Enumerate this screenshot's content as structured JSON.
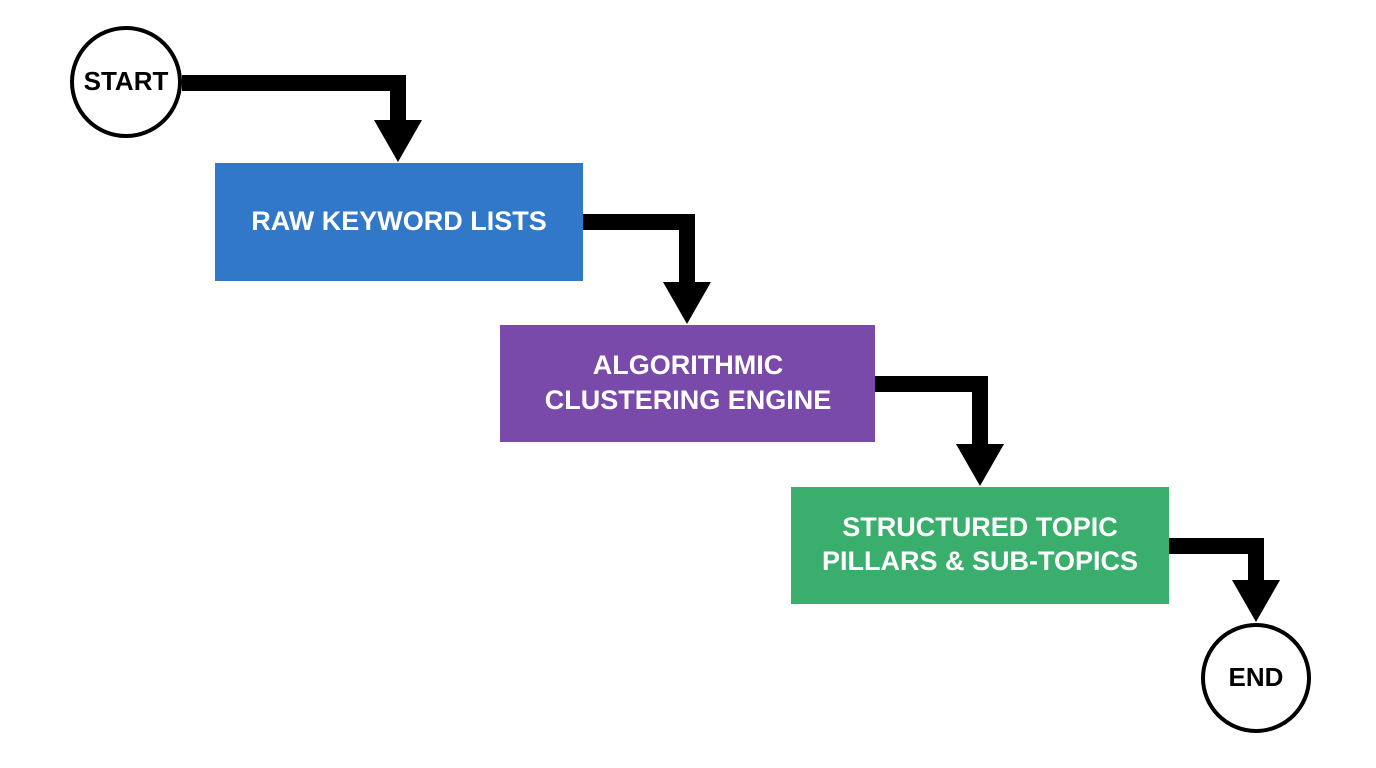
{
  "diagram": {
    "start_label": "START",
    "end_label": "END",
    "steps": [
      {
        "lines": [
          "RAW KEYWORD LISTS"
        ],
        "color": "#3278c8"
      },
      {
        "lines": [
          "ALGORITHMIC",
          "CLUSTERING ENGINE"
        ],
        "color": "#7a4aab"
      },
      {
        "lines": [
          "STRUCTURED TOPIC",
          "PILLARS & SUB-TOPICS"
        ],
        "color": "#3aae6c"
      }
    ]
  }
}
